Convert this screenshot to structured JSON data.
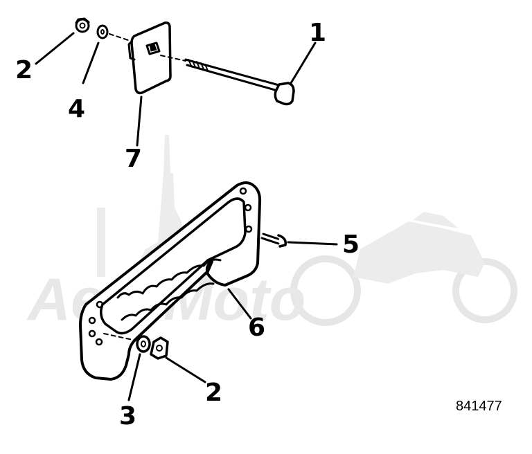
{
  "callouts": {
    "c1": "1",
    "c2_top": "2",
    "c4": "4",
    "c7": "7",
    "c5": "5",
    "c6": "6",
    "c3": "3",
    "c2_bottom": "2"
  },
  "drawing_number": "841477",
  "watermark": {
    "text": "AeroMoto",
    "color": "#e6e6e6"
  },
  "colors": {
    "ink": "#000000",
    "paper": "#ffffff"
  }
}
